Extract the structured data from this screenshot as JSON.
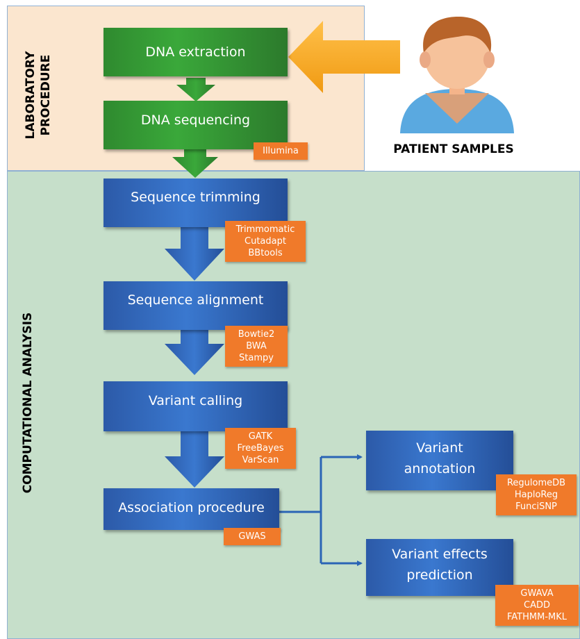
{
  "sections": {
    "laboratory": {
      "label_line1": "LABORATORY",
      "label_line2": "PROCEDURE"
    },
    "computational": {
      "label": "COMPUTATIONAL ANALYSIS"
    }
  },
  "patient": {
    "caption": "PATIENT SAMPLES",
    "icon": "patient-icon"
  },
  "steps": {
    "dna_extraction": "DNA extraction",
    "dna_sequencing": "DNA sequencing",
    "sequence_trimming": "Sequence trimming",
    "sequence_alignment": "Sequence alignment",
    "variant_calling": "Variant calling",
    "association_procedure": "Association procedure",
    "variant_annotation": [
      "Variant",
      "annotation"
    ],
    "variant_effects_prediction": [
      "Variant effects",
      "prediction"
    ]
  },
  "tools": {
    "dna_sequencing": [
      "Illumina"
    ],
    "sequence_trimming": [
      "Trimmomatic",
      "Cutadapt",
      "BBtools"
    ],
    "sequence_alignment": [
      "Bowtie2",
      "BWA",
      "Stampy"
    ],
    "variant_calling": [
      "GATK",
      "FreeBayes",
      "VarScan"
    ],
    "association_procedure": [
      "GWAS"
    ],
    "variant_annotation": [
      "RegulomeDB",
      "HaploReg",
      "FunciSNP"
    ],
    "variant_effects_prediction": [
      "GWAVA",
      "CADD",
      "FATHMM-MKL"
    ]
  },
  "colors": {
    "lab_bg": "#fbe6cf",
    "comp_bg": "#c6dfca",
    "green_step": "#3aa83a",
    "blue_step": "#3a78cf",
    "tool_tag": "#f07a2a",
    "input_arrow": "#f5a623"
  }
}
